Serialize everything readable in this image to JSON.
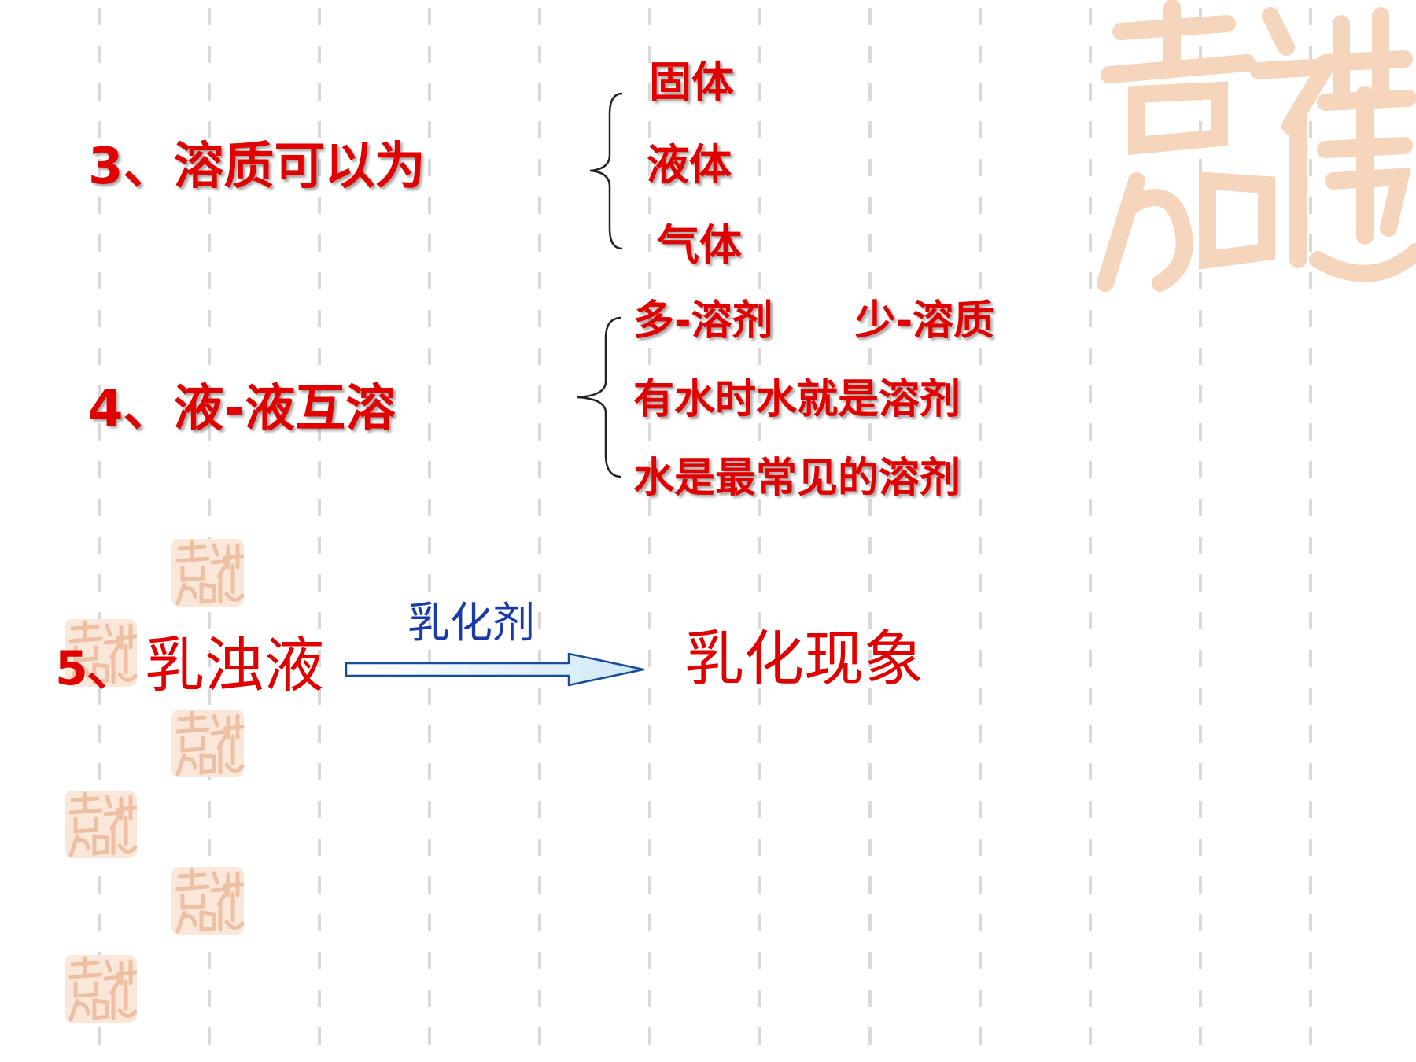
{
  "section3": {
    "label": "3、溶质可以为",
    "items": [
      "固体",
      "液体",
      "气体"
    ]
  },
  "section4": {
    "label": "4、液-液互溶",
    "items": [
      "多-溶剂　　少-溶质",
      "有水时水就是溶剂",
      "水是最常见的溶剂"
    ]
  },
  "section5": {
    "number": "5",
    "label": "、乳浊液",
    "arrow_label": "乳化剂",
    "result": "乳化现象"
  },
  "decoration": {
    "watermark_text": "吉祥如意"
  },
  "colors": {
    "text_red": "#e00000",
    "arrow_label_blue": "#1a3aa8",
    "deco_peach": "#f6d5bd",
    "dash_gray": "#d9d9d9"
  }
}
